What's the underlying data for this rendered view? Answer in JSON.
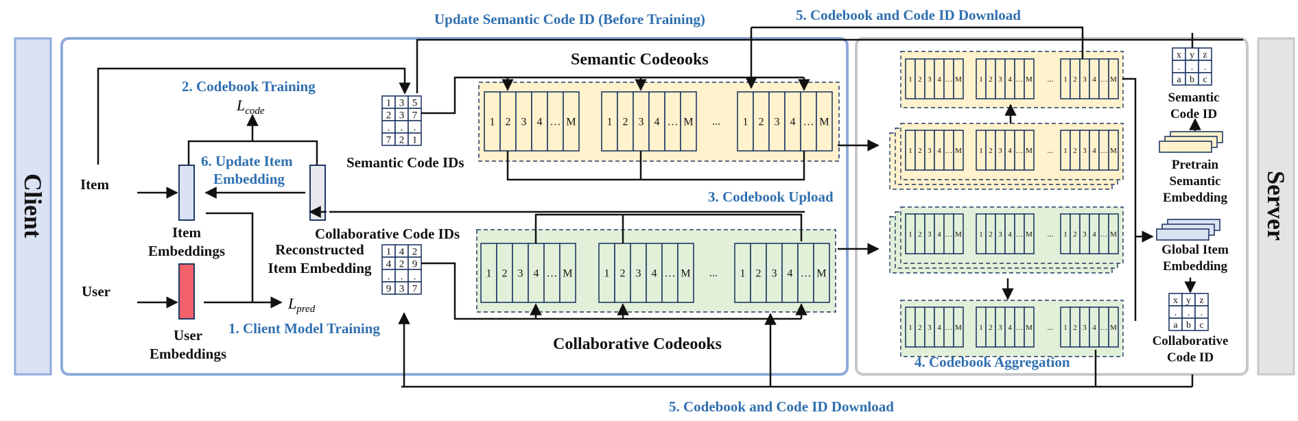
{
  "side": {
    "client": "Client",
    "server": "Server"
  },
  "steps": {
    "s1": "1. Client Model Training",
    "s2": "2. Codebook Training",
    "s3": "3. Codebook Upload",
    "s4": "4. Codebook Aggregation",
    "s5_top": "5. Codebook and Code ID Download",
    "s5_bottom": "5. Codebook and Code ID Download",
    "s6_line1": "6. Update Item",
    "s6_line2": "Embedding",
    "update_sem": "Update Semantic Code ID (Before Training)"
  },
  "client": {
    "item": "Item",
    "user": "User",
    "item_emb_l1": "Item",
    "item_emb_l2": "Embeddings",
    "user_emb_l1": "User",
    "user_emb_l2": "Embeddings",
    "recon_l1": "Reconstructed",
    "recon_l2": "Item Embedding",
    "l_code_main": "L",
    "l_code_sub": "code",
    "l_pred_main": "L",
    "l_pred_sub": "pred",
    "sem_code_ids": "Semantic Code IDs",
    "col_code_ids": "Collaborative Code IDs",
    "sem_codebooks": "Semantic Codeooks",
    "col_codebooks": "Collaborative Codeooks",
    "sem_grid": [
      "1",
      "3",
      "5",
      "2",
      "3",
      "7",
      ".",
      ".",
      ".",
      "7",
      "2",
      "1"
    ],
    "col_grid": [
      "1",
      "4",
      "2",
      "4",
      "2",
      "9",
      ".",
      ".",
      ".",
      "9",
      "3",
      "7"
    ]
  },
  "codebook": {
    "cells": [
      "1",
      "2",
      "3",
      "4",
      "…",
      "M"
    ],
    "ellipsis": "..."
  },
  "server": {
    "sem_code_id_l1": "Semantic",
    "sem_code_id_l2": "Code ID",
    "pretrain_l1": "Pretrain",
    "pretrain_l2": "Semantic",
    "pretrain_l3": "Embedding",
    "global_l1": "Global Item",
    "global_l2": "Embedding",
    "col_code_id_l1": "Collaborative",
    "col_code_id_l2": "Code ID",
    "xyz_grid": [
      "x",
      "y",
      "z",
      ".",
      ".",
      ".",
      "a",
      "b",
      "c"
    ]
  },
  "colors": {
    "client_panel": "#8eaadb",
    "server_panel": "#c8c8c8",
    "side_fill": "#dae3f3",
    "server_side_fill": "#e4e4e4",
    "semantic_bg": "#fff2cc",
    "collab_bg": "#e2f0d9",
    "code_stroke": "#1f3864",
    "step_text": "#2f6fb0",
    "item_emb": "#dae3f3",
    "user_emb": "#f4616b",
    "recon_emb": "#e7e9ee"
  }
}
